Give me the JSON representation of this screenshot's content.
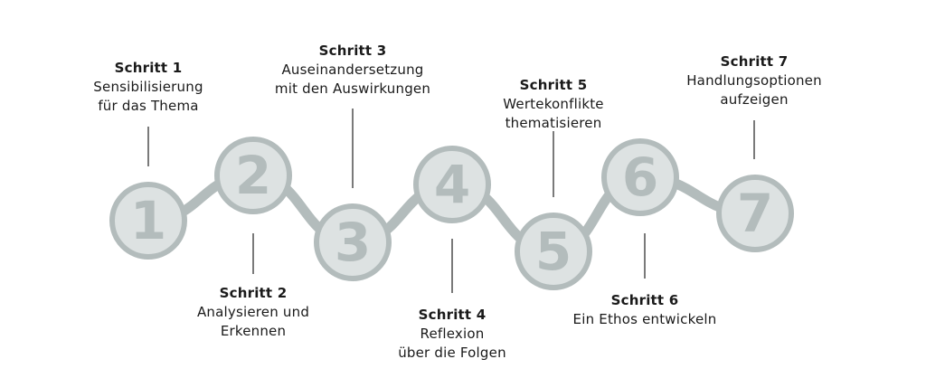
{
  "colors": {
    "circle_fill": "#dde2e2",
    "circle_ring": "#b3bcbc",
    "number_fill": "#b3bcbc",
    "connector": "#b3bcbc",
    "leader_line": "#222222",
    "text": "#1a1a1a"
  },
  "steps": [
    {
      "number": "1",
      "title": "Schritt 1",
      "lines": [
        "Sensibilisierung",
        "für das Thema"
      ],
      "label_position": "above"
    },
    {
      "number": "2",
      "title": "Schritt 2",
      "lines": [
        "Analysieren und",
        "Erkennen"
      ],
      "label_position": "below"
    },
    {
      "number": "3",
      "title": "Schritt 3",
      "lines": [
        "Auseinandersetzung",
        "mit den Auswirkungen"
      ],
      "label_position": "above"
    },
    {
      "number": "4",
      "title": "Schritt 4",
      "lines": [
        "Reflexion",
        "über die Folgen"
      ],
      "label_position": "below"
    },
    {
      "number": "5",
      "title": "Schritt 5",
      "lines": [
        "Wertekonflikte",
        "thematisieren"
      ],
      "label_position": "above"
    },
    {
      "number": "6",
      "title": "Schritt 6",
      "lines": [
        "Ein Ethos entwickeln"
      ],
      "label_position": "below"
    },
    {
      "number": "7",
      "title": "Schritt 7",
      "lines": [
        "Handlungsoptionen",
        "aufzeigen"
      ],
      "label_position": "above"
    }
  ]
}
